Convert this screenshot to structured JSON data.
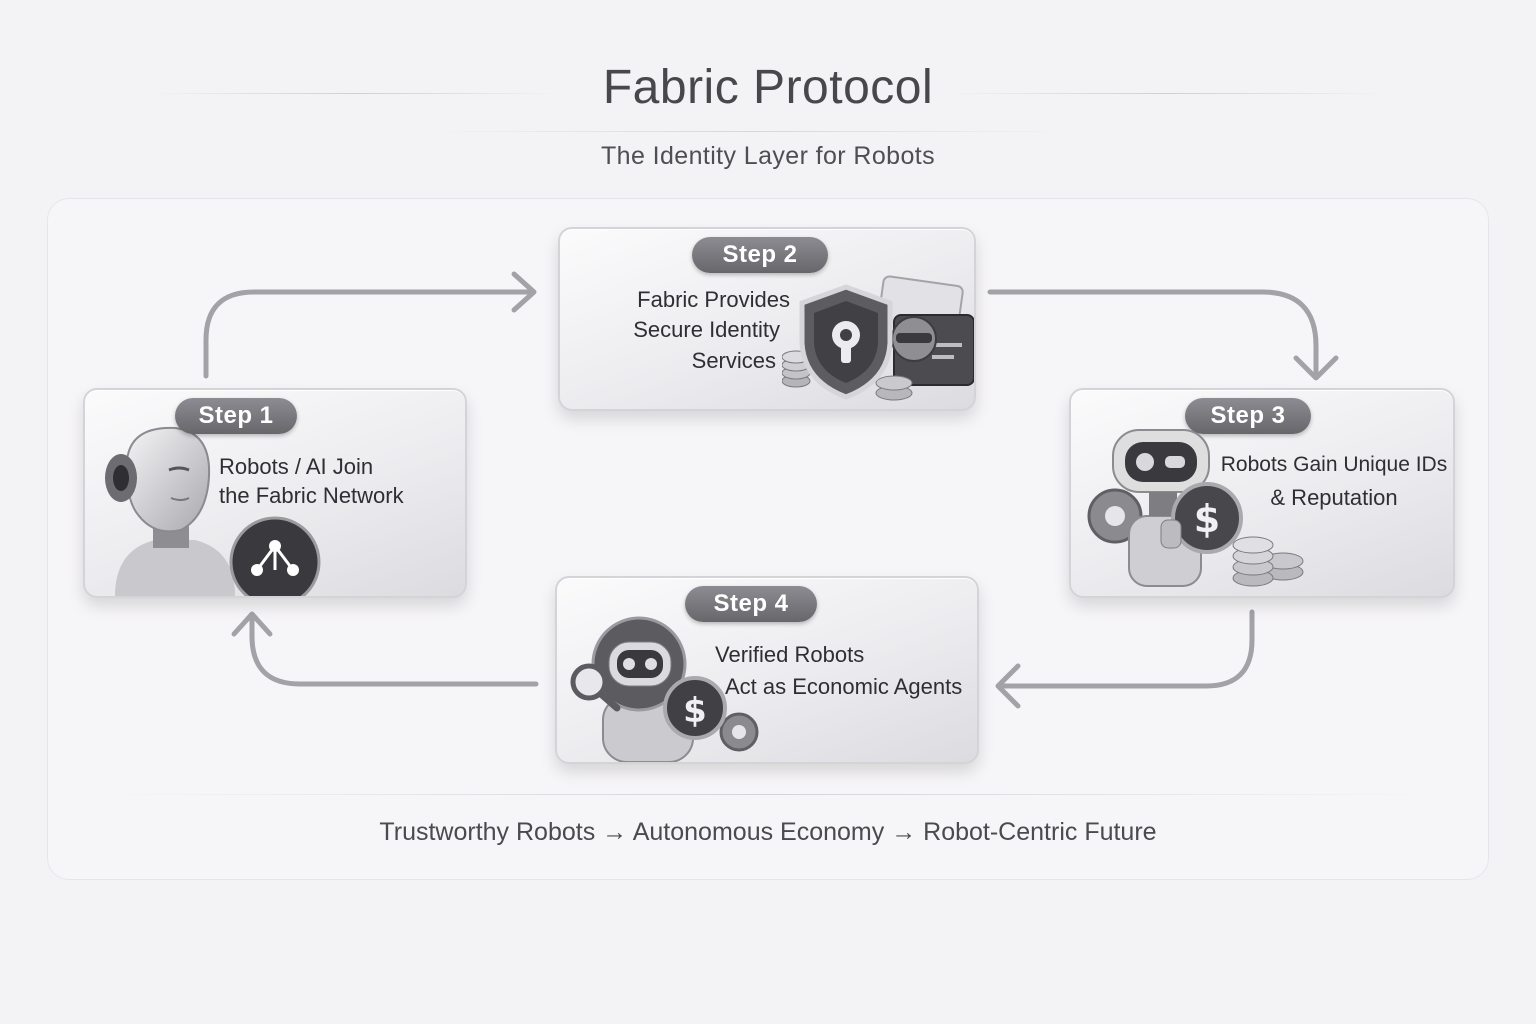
{
  "title": "Fabric Protocol",
  "subtitle": "The Identity Layer for Robots",
  "steps": [
    {
      "label": "Step 1",
      "text": [
        "Robots / AI Join",
        "the Fabric Network"
      ]
    },
    {
      "label": "Step 2",
      "text": [
        "Fabric Provides",
        "Secure Identity",
        "Services"
      ]
    },
    {
      "label": "Step 3",
      "text": [
        "Robots Gain Unique IDs",
        "& Reputation"
      ]
    },
    {
      "label": "Step 4",
      "text": [
        "Verified Robots",
        "Act as Economic Agents"
      ]
    }
  ],
  "footer": "Trustworthy Robots → Autonomous Economy → Robot-Centric Future",
  "icons": {
    "step1": "humanoid-robot-icon",
    "step1_badge": "network-node-icon",
    "step2": "shield-lock-icon",
    "step3": "robot-coin-icon",
    "step4": "robot-magnifier-coin-icon"
  },
  "colors": {
    "background": "#f3f2f5",
    "pill": "#77777c",
    "arrow": "#9e9ea3",
    "text": "#3d3d42"
  }
}
